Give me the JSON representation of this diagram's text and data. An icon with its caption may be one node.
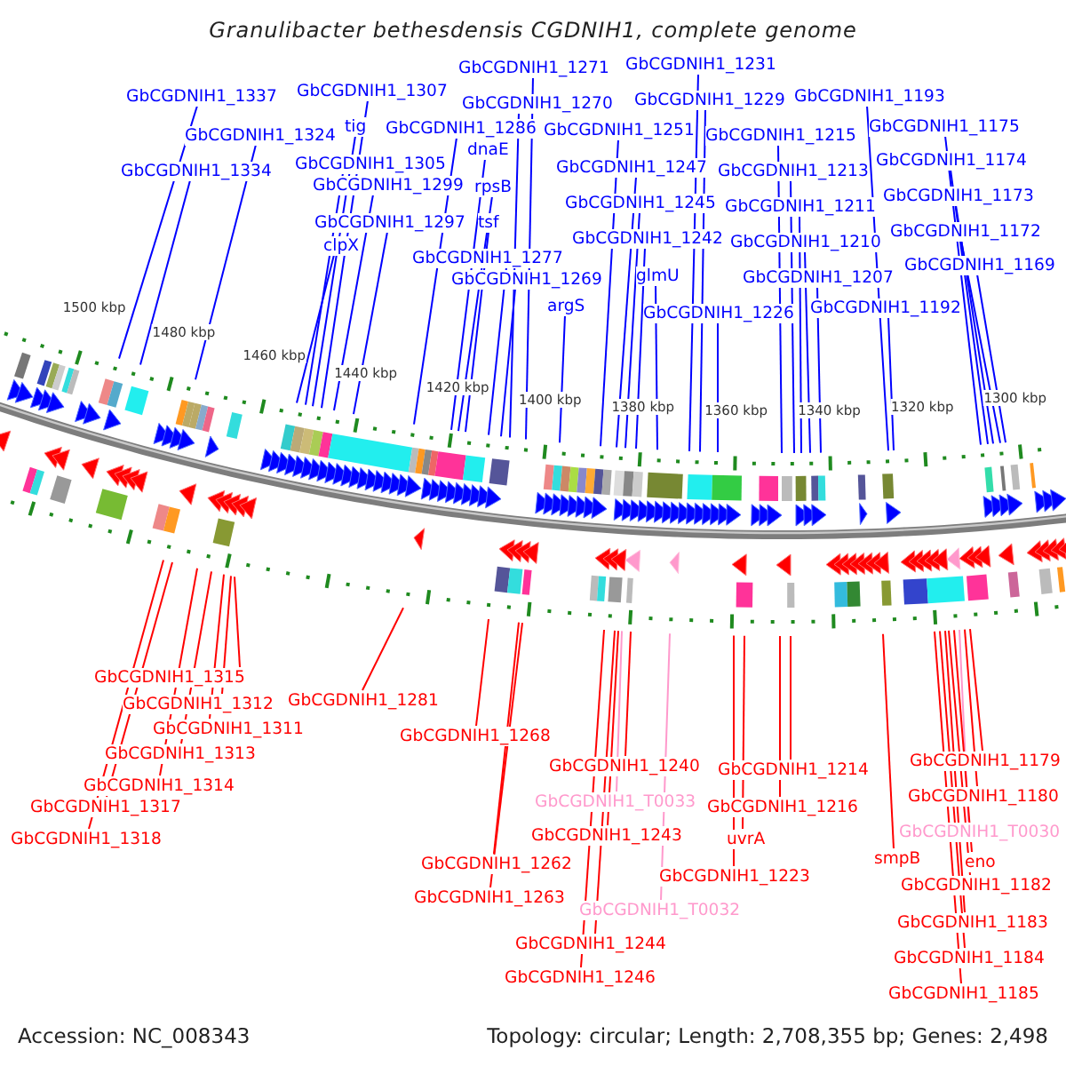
{
  "diagram": {
    "title": "Granulibacter bethesdensis CGDNIH1, complete genome",
    "nodes": [
      {
        "text": [
          "GbCGDNIH1_1271"
        ]
      },
      {
        "text": [
          "GbCGDNIH1_1231"
        ]
      },
      {
        "text": [
          "GbCGDNIH1_1337"
        ]
      },
      {
        "text": [
          "GbCGDNIH1_1307"
        ]
      },
      {
        "text": [
          "GbCGDNIH1_1229"
        ]
      },
      {
        "text": [
          "GbCGDNIH1_1193"
        ]
      },
      {
        "text": [
          "GbCGDNIH1_1270"
        ]
      },
      {
        "text": [
          "tig"
        ]
      },
      {
        "text": [
          "GbCGDNIH1_1286"
        ]
      },
      {
        "text": [
          "GbCGDNIH1_1251"
        ]
      },
      {
        "text": [
          "GbCGDNIH1_1175"
        ]
      },
      {
        "text": [
          "GbCGDNIH1_1324"
        ]
      },
      {
        "text": [
          "GbCGDNIH1_1215"
        ]
      },
      {
        "text": [
          "dnaE"
        ]
      },
      {
        "text": [
          "GbCGDNIH1_1174"
        ]
      },
      {
        "text": [
          "GbCGDNIH1_1305"
        ]
      },
      {
        "text": [
          "GbCGDNIH1_1334"
        ]
      },
      {
        "text": [
          "GbCGDNIH1_1247"
        ]
      },
      {
        "text": [
          "GbCGDNIH1_1213"
        ]
      },
      {
        "text": [
          "GbCGDNIH1_1299"
        ]
      },
      {
        "text": [
          "rpsB"
        ]
      },
      {
        "text": [
          "GbCGDNIH1_1173"
        ]
      },
      {
        "text": [
          "GbCGDNIH1_1245"
        ]
      },
      {
        "text": [
          "GbCGDNIH1_1211"
        ]
      },
      {
        "text": [
          "GbCGDNIH1_1297"
        ]
      },
      {
        "text": [
          "tsf"
        ]
      },
      {
        "text": [
          "GbCGDNIH1_1172"
        ]
      },
      {
        "text": [
          "GbCGDNIH1_1242"
        ]
      },
      {
        "text": [
          "GbCGDNIH1_1210"
        ]
      },
      {
        "text": [
          "clpX"
        ]
      },
      {
        "text": [
          "GbCGDNIH1_1277"
        ]
      },
      {
        "text": [
          "GbCGDNIH1_1169"
        ]
      },
      {
        "text": [
          "glmU"
        ]
      },
      {
        "text": [
          "GbCGDNIH1_1207"
        ]
      },
      {
        "text": [
          "GbCGDNIH1_1269"
        ]
      },
      {
        "text": [
          "argS"
        ]
      },
      {
        "text": [
          "GbCGDNIH1_1192"
        ]
      },
      {
        "text": [
          "GbCGDNIH1_1226"
        ]
      },
      {
        "text": [
          "GbCGDNIH1_1315"
        ]
      },
      {
        "text": [
          "GbCGDNIH1_1281"
        ]
      },
      {
        "text": [
          "GbCGDNIH1_1312"
        ]
      },
      {
        "text": [
          "GbCGDNIH1_1311"
        ]
      },
      {
        "text": [
          "GbCGDNIH1_1268"
        ]
      },
      {
        "text": [
          "GbCGDNIH1_1313"
        ]
      },
      {
        "text": [
          "GbCGDNIH1_1179"
        ]
      },
      {
        "text": [
          "GbCGDNIH1_1240"
        ]
      },
      {
        "text": [
          "GbCGDNIH1_1214"
        ]
      },
      {
        "text": [
          "GbCGDNIH1_1314"
        ]
      },
      {
        "text": [
          "GbCGDNIH1_1180"
        ]
      },
      {
        "text": [
          "GbCGDNIH1_T0033"
        ]
      },
      {
        "text": [
          "GbCGDNIH1_1317"
        ]
      },
      {
        "text": [
          "GbCGDNIH1_1216"
        ]
      },
      {
        "text": [
          "GbCGDNIH1_T0030"
        ]
      },
      {
        "text": [
          "GbCGDNIH1_1243"
        ]
      },
      {
        "text": [
          "GbCGDNIH1_1318"
        ]
      },
      {
        "text": [
          "uvrA"
        ]
      },
      {
        "text": [
          "smpB"
        ]
      },
      {
        "text": [
          "eno"
        ]
      },
      {
        "text": [
          "GbCGDNIH1_1262"
        ]
      },
      {
        "text": [
          "GbCGDNIH1_1223"
        ]
      },
      {
        "text": [
          "GbCGDNIH1_1182"
        ]
      },
      {
        "text": [
          "GbCGDNIH1_1263"
        ]
      },
      {
        "text": [
          "GbCGDNIH1_T0032"
        ]
      },
      {
        "text": [
          "GbCGDNIH1_1183"
        ]
      },
      {
        "text": [
          "GbCGDNIH1_1244"
        ]
      },
      {
        "text": [
          "GbCGDNIH1_1184"
        ]
      },
      {
        "text": [
          "GbCGDNIH1_1246"
        ]
      },
      {
        "text": [
          "GbCGDNIH1_1185"
        ]
      }
    ],
    "edges": [
      {
        "from": 0,
        "to": null,
        "arrow": "none"
      },
      {
        "from": 1,
        "to": null,
        "arrow": "none"
      },
      {
        "from": 2,
        "to": null,
        "arrow": "none"
      },
      {
        "from": 3,
        "to": null,
        "arrow": "none"
      },
      {
        "from": 4,
        "to": null,
        "arrow": "none"
      },
      {
        "from": 5,
        "to": null,
        "arrow": "none"
      },
      {
        "from": 6,
        "to": null,
        "arrow": "none"
      },
      {
        "from": 7,
        "to": null,
        "arrow": "none"
      },
      {
        "from": 8,
        "to": null,
        "arrow": "none"
      },
      {
        "from": 9,
        "to": null,
        "arrow": "none"
      },
      {
        "from": 10,
        "to": null,
        "arrow": "none"
      },
      {
        "from": 11,
        "to": null,
        "arrow": "none"
      },
      {
        "from": 12,
        "to": null,
        "arrow": "none"
      },
      {
        "from": 13,
        "to": null,
        "arrow": "none"
      },
      {
        "from": 14,
        "to": null,
        "arrow": "none"
      },
      {
        "from": 15,
        "to": null,
        "arrow": "none"
      },
      {
        "from": 16,
        "to": null,
        "arrow": "none"
      },
      {
        "from": 17,
        "to": null,
        "arrow": "none"
      },
      {
        "from": 18,
        "to": null,
        "arrow": "none"
      },
      {
        "from": 19,
        "to": null,
        "arrow": "none"
      },
      {
        "from": 20,
        "to": null,
        "arrow": "none"
      },
      {
        "from": 21,
        "to": null,
        "arrow": "none"
      },
      {
        "from": 22,
        "to": null,
        "arrow": "none"
      },
      {
        "from": 23,
        "to": null,
        "arrow": "none"
      },
      {
        "from": 24,
        "to": null,
        "arrow": "none"
      },
      {
        "from": 25,
        "to": null,
        "arrow": "none"
      },
      {
        "from": 26,
        "to": null,
        "arrow": "none"
      },
      {
        "from": 27,
        "to": null,
        "arrow": "none"
      },
      {
        "from": 28,
        "to": null,
        "arrow": "none"
      },
      {
        "from": 29,
        "to": null,
        "arrow": "none"
      },
      {
        "from": 30,
        "to": null,
        "arrow": "none"
      },
      {
        "from": 31,
        "to": null,
        "arrow": "none"
      },
      {
        "from": 32,
        "to": null,
        "arrow": "none"
      },
      {
        "from": 33,
        "to": null,
        "arrow": "none"
      },
      {
        "from": 34,
        "to": null,
        "arrow": "none"
      },
      {
        "from": 35,
        "to": null,
        "arrow": "none"
      },
      {
        "from": 36,
        "to": null,
        "arrow": "none"
      },
      {
        "from": 37,
        "to": null,
        "arrow": "none"
      },
      {
        "from": 38,
        "to": null,
        "arrow": "none",
        "color": "#ff0000"
      },
      {
        "from": 39,
        "to": null,
        "arrow": "none",
        "color": "#ff0000"
      },
      {
        "from": 40,
        "to": null,
        "arrow": "none",
        "color": "#ff0000"
      },
      {
        "from": 41,
        "to": null,
        "arrow": "none",
        "color": "#ff0000"
      },
      {
        "from": 42,
        "to": null,
        "arrow": "none",
        "color": "#ff0000"
      },
      {
        "from": 43,
        "to": null,
        "arrow": "none",
        "color": "#ff0000"
      },
      {
        "from": 44,
        "to": null,
        "arrow": "none",
        "color": "#ff0000"
      },
      {
        "from": 45,
        "to": null,
        "arrow": "none",
        "color": "#ff0000"
      },
      {
        "from": 46,
        "to": null,
        "arrow": "none",
        "color": "#ff0000"
      },
      {
        "from": 47,
        "to": null,
        "arrow": "none",
        "color": "#ff0000"
      },
      {
        "from": 48,
        "to": null,
        "arrow": "none",
        "color": "#ff0000"
      },
      {
        "from": 49,
        "to": null,
        "arrow": "none",
        "color": "#ff99cc"
      },
      {
        "from": 50,
        "to": null,
        "arrow": "none",
        "color": "#ff0000"
      },
      {
        "from": 51,
        "to": null,
        "arrow": "none",
        "color": "#ff0000"
      },
      {
        "from": 52,
        "to": null,
        "arrow": "none",
        "color": "#ff99cc"
      },
      {
        "from": 53,
        "to": null,
        "arrow": "none",
        "color": "#ff0000"
      },
      {
        "from": 54,
        "to": null,
        "arrow": "none",
        "color": "#ff0000"
      },
      {
        "from": 55,
        "to": null,
        "arrow": "none",
        "color": "#ff0000"
      },
      {
        "from": 56,
        "to": null,
        "arrow": "none",
        "color": "#ff0000"
      },
      {
        "from": 57,
        "to": null,
        "arrow": "none",
        "color": "#ff0000"
      },
      {
        "from": 58,
        "to": null,
        "arrow": "none",
        "color": "#ff0000"
      },
      {
        "from": 59,
        "to": null,
        "arrow": "none",
        "color": "#ff0000"
      },
      {
        "from": 60,
        "to": null,
        "arrow": "none",
        "color": "#ff0000"
      },
      {
        "from": 61,
        "to": null,
        "arrow": "none",
        "color": "#ff0000"
      },
      {
        "from": 62,
        "to": null,
        "arrow": "none",
        "color": "#ff99cc"
      },
      {
        "from": 63,
        "to": null,
        "arrow": "none",
        "color": "#ff0000"
      },
      {
        "from": 64,
        "to": null,
        "arrow": "none",
        "color": "#ff0000"
      },
      {
        "from": 65,
        "to": null,
        "arrow": "none",
        "color": "#ff0000"
      },
      {
        "from": 66,
        "to": null,
        "arrow": "none",
        "color": "#ff0000"
      },
      {
        "from": 67,
        "to": null,
        "arrow": "none",
        "color": "#ff0000"
      }
    ],
    "labels": [
      "1500 kbp",
      "1480 kbp",
      "1460 kbp",
      "1440 kbp",
      "1420 kbp",
      "1400 kbp",
      "1380 kbp",
      "1360 kbp",
      "1340 kbp",
      "1320 kbp",
      "1300 kbp",
      "Accession: NC_008343",
      "Topology: circular; Length: 2,708,355 bp; Genes: 2,498"
    ]
  }
}
